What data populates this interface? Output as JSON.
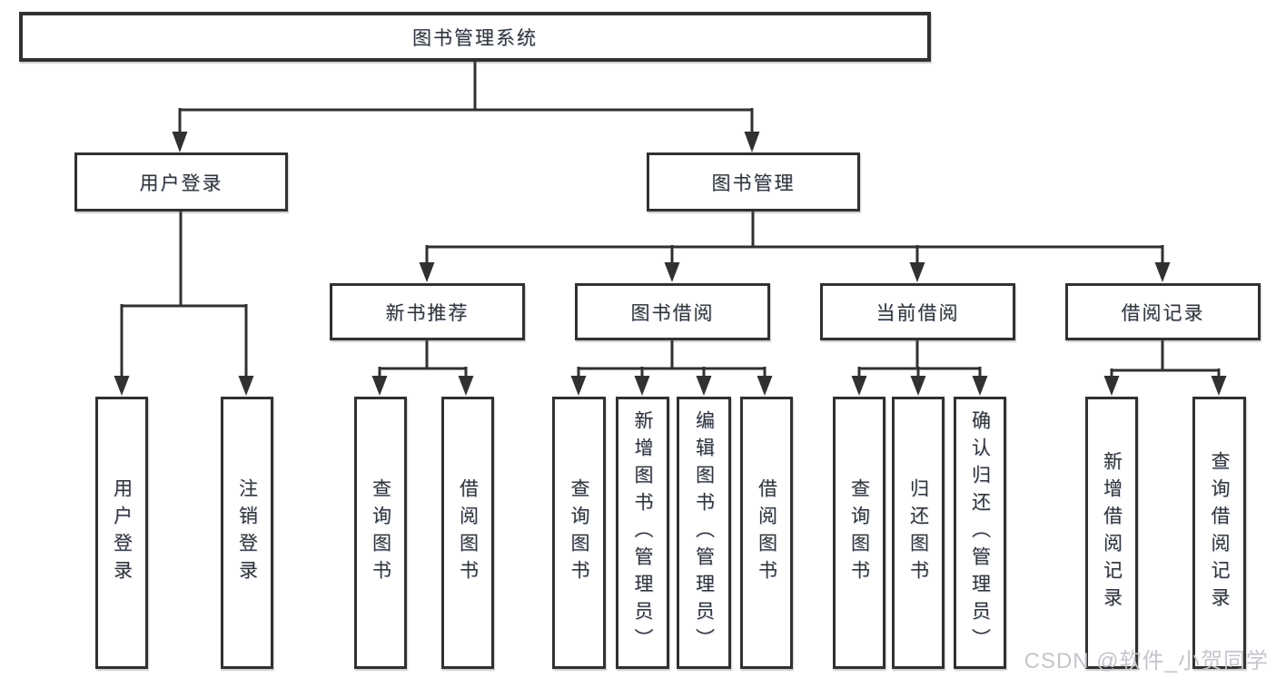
{
  "colors": {
    "line": "#313131",
    "text": "#333333",
    "box_background": "#ffffff",
    "watermark": "#c3c6cc"
  },
  "tree": {
    "root": {
      "label": "图书管理系统"
    },
    "branches": [
      {
        "label": "用户登录",
        "leaves": [
          {
            "label": "用户登录"
          },
          {
            "label": "注销登录"
          }
        ]
      },
      {
        "label": "图书管理",
        "groups": [
          {
            "label": "新书推荐",
            "leaves": [
              {
                "label": "查询图书"
              },
              {
                "label": "借阅图书"
              }
            ]
          },
          {
            "label": "图书借阅",
            "leaves": [
              {
                "label": "查询图书"
              },
              {
                "label": "新增图书（管理员）"
              },
              {
                "label": "编辑图书（管理员）"
              },
              {
                "label": "借阅图书"
              }
            ]
          },
          {
            "label": "当前借阅",
            "leaves": [
              {
                "label": "查询图书"
              },
              {
                "label": "归还图书"
              },
              {
                "label": "确认归还（管理员）"
              }
            ]
          },
          {
            "label": "借阅记录",
            "leaves": [
              {
                "label": "新增借阅记录"
              },
              {
                "label": "查询借阅记录"
              }
            ]
          }
        ]
      }
    ]
  },
  "watermark": {
    "text": "CSDN @软件_小贺同学"
  }
}
